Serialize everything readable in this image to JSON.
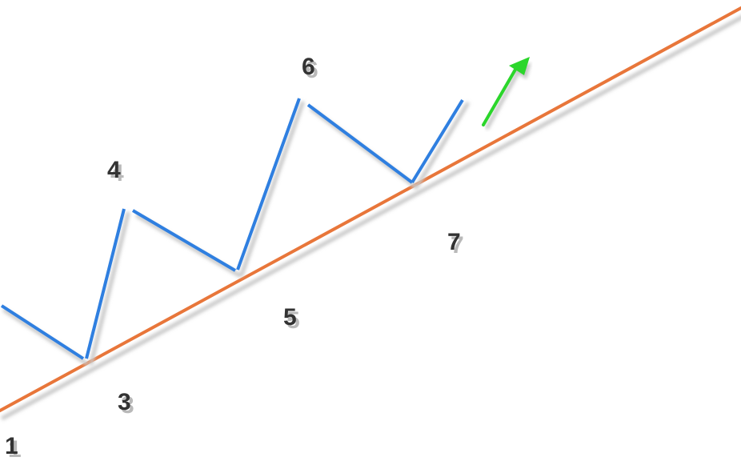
{
  "diagram": {
    "labels": {
      "p1": "1",
      "p3": "3",
      "p4": "4",
      "p5": "5",
      "p6": "6",
      "p7": "7"
    },
    "colors": {
      "background": "#ffffff",
      "trendline": "#e8763a",
      "price_path": "#2f7fe0",
      "arrow": "#2bd62b",
      "label_text": "#333333",
      "shadow": "#c8c8c8"
    },
    "elements": {
      "trendline": "rising support trendline",
      "price_path": "zigzag price waves",
      "arrow": "up-right arrow"
    }
  }
}
